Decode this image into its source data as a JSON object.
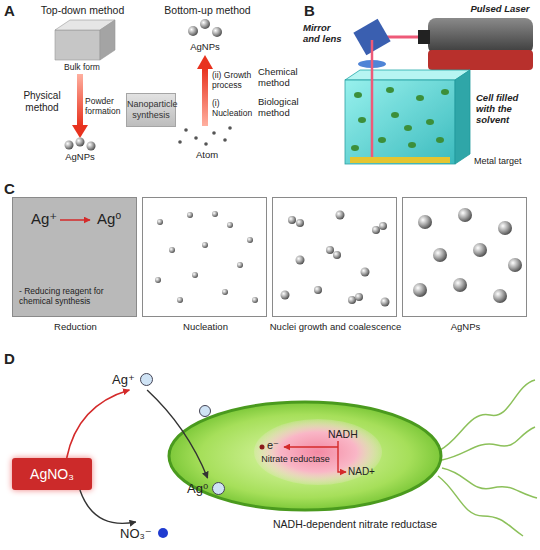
{
  "diagram": {
    "nodes": [
      {
        "text": [
          "Nanoparticle synthesis"
        ]
      },
      {
        "text": [
          "Ag⁺",
          "Ag⁰",
          "Reduction",
          "- Reducing reagent for chemical synthesis"
        ]
      },
      {
        "text": [
          "Nucleation"
        ]
      },
      {
        "text": [
          "Nuclei growth and coalescence"
        ]
      },
      {
        "text": [
          "AgNPs"
        ]
      },
      {
        "text": [
          "AgNO₃"
        ]
      },
      {
        "text": [
          "Ag⁺"
        ]
      },
      {
        "text": [
          "NO₃⁻"
        ]
      },
      {
        "text": [
          "NADH-dependent nitrate reductase"
        ]
      },
      {
        "text": [
          "Ag⁰"
        ],
        "in": 8
      },
      {
        "text": [
          "NADH",
          "e⁻",
          "Nitrate reductase",
          "NAD+"
        ],
        "in": 8
      }
    ],
    "edges": [
      {
        "from": 5,
        "to": 6,
        "arrow": "to"
      },
      {
        "from": 5,
        "to": 7,
        "arrow": "to"
      },
      {
        "from": 6,
        "to": 9,
        "arrow": "to"
      }
    ],
    "labels": [
      "A",
      "Top-down method",
      "Bottom-up method",
      "Bulk form",
      "Physical method",
      "Powder formation",
      "AgNPs",
      "AgNPs",
      "(ii) Growth process",
      "Chemical method",
      "Biological method",
      "(i) Nucleation",
      "Atom",
      "B",
      "Mirror and lens",
      "Pulsed Laser",
      "Cell filled with the solvent",
      "Metal target",
      "C",
      "D"
    ]
  }
}
